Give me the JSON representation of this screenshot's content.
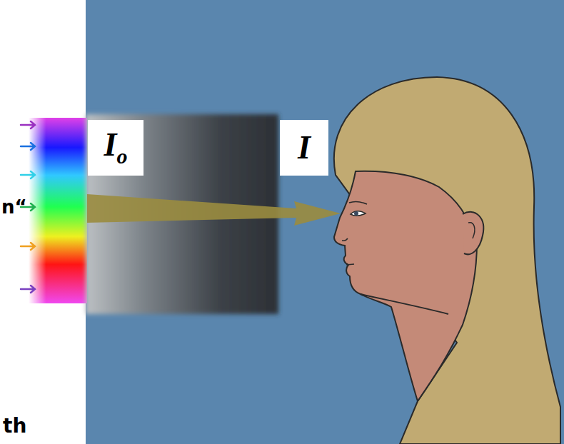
{
  "diagram": {
    "nodes": [
      {
        "text": [
          "I",
          "o"
        ]
      },
      {
        "text": [
          "I"
        ]
      }
    ],
    "labels": [
      "n“",
      "th"
    ]
  }
}
